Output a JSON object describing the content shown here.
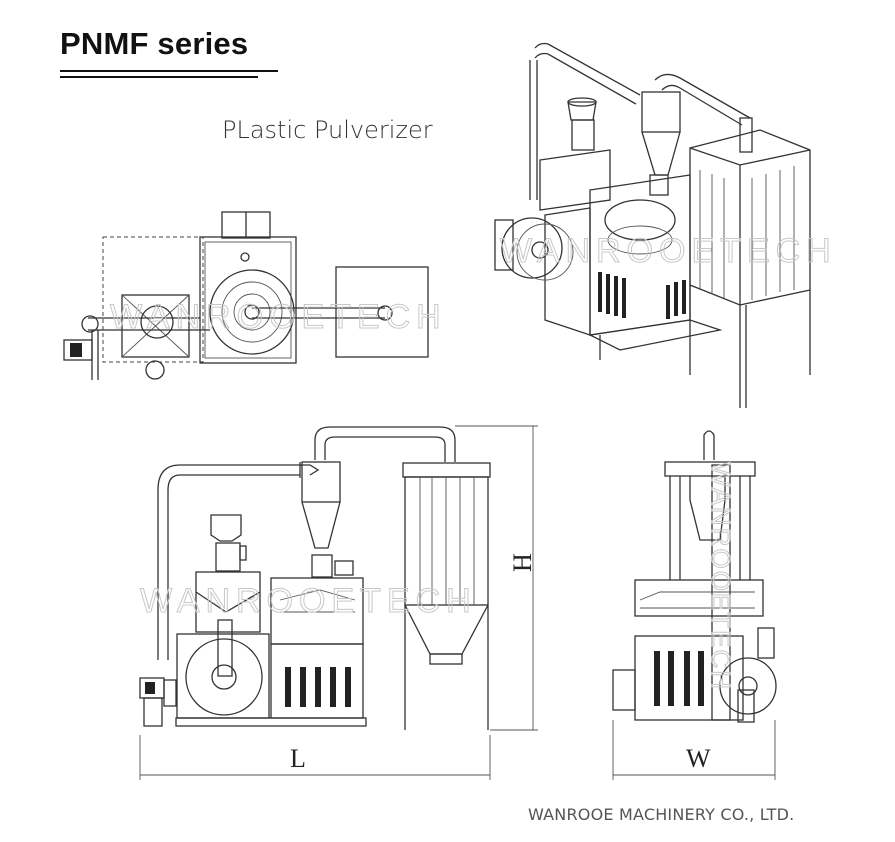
{
  "header": {
    "title": "PNMF series",
    "subtitle": "PLastic Pulverizer"
  },
  "footer": {
    "company": "WANROOE MACHINERY CO., LTD."
  },
  "drawings": {
    "watermark": "WANROOETECH",
    "views": [
      {
        "name": "top-view"
      },
      {
        "name": "isometric-view"
      },
      {
        "name": "front-view"
      },
      {
        "name": "side-view"
      }
    ],
    "dimensions": {
      "length_label": "L",
      "height_label": "H",
      "width_label": "W"
    }
  }
}
